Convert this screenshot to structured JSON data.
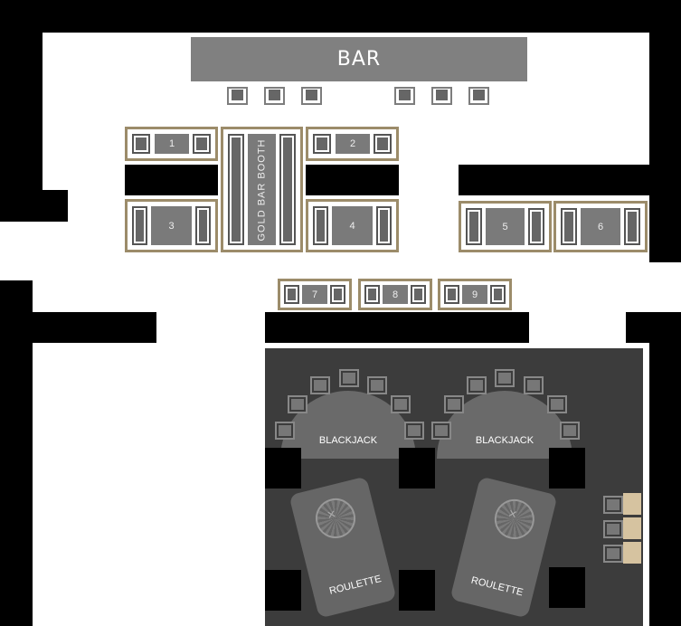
{
  "bar": {
    "label": "BAR"
  },
  "booth": {
    "label": "GOLD BAR BOOTH"
  },
  "tables": [
    "1",
    "2",
    "3",
    "4",
    "5",
    "6",
    "7",
    "8",
    "9"
  ],
  "casino": {
    "blackjack": [
      "BLACKJACK",
      "BLACKJACK"
    ],
    "roulette": [
      "ROULETTE",
      "ROULETTE"
    ]
  },
  "colors": {
    "wall": "#000000",
    "bar": "#808080",
    "booth_border": "#9c8c6a",
    "casino_floor": "#3c3c3c",
    "side_box": "#d6c3a0"
  }
}
